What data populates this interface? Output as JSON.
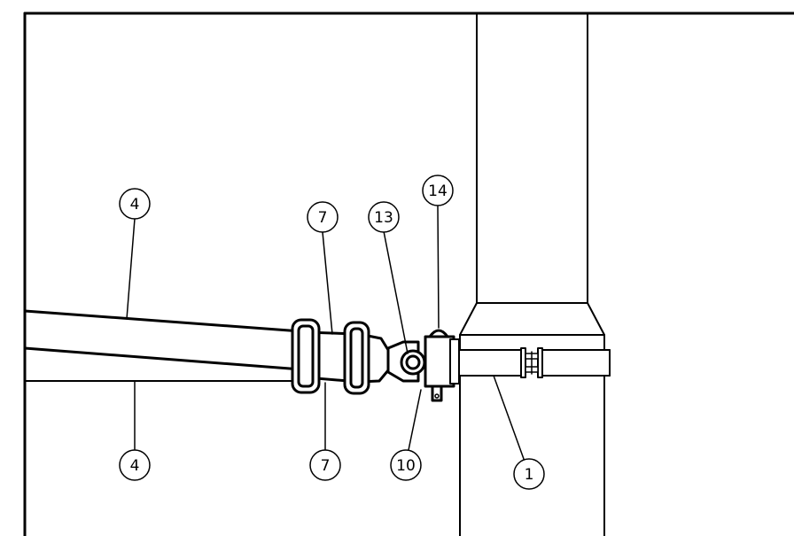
{
  "drawing": {
    "balloons": [
      {
        "id": "b-4-top",
        "label": "4"
      },
      {
        "id": "b-7-top",
        "label": "7"
      },
      {
        "id": "b-13",
        "label": "13"
      },
      {
        "id": "b-14",
        "label": "14"
      },
      {
        "id": "b-4-bottom",
        "label": "4"
      },
      {
        "id": "b-7-bottom",
        "label": "7"
      },
      {
        "id": "b-10",
        "label": "10"
      },
      {
        "id": "b-1",
        "label": "1"
      }
    ]
  }
}
